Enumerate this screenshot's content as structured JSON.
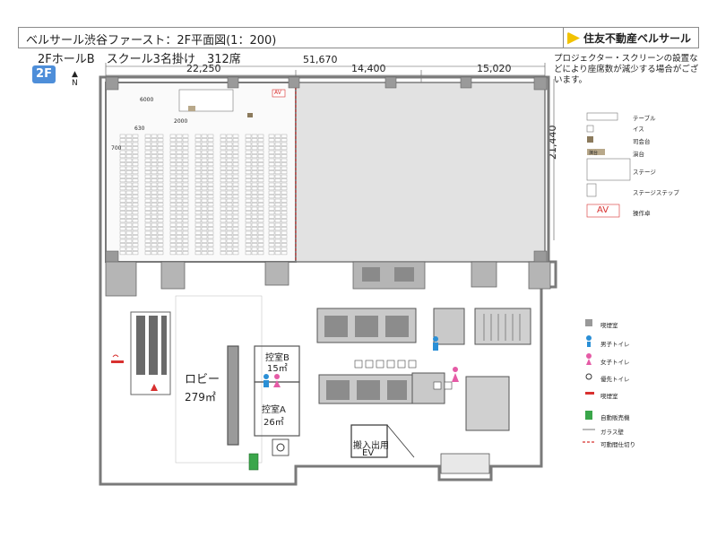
{
  "header": {
    "title": "ベルサール渋谷ファースト：2F平面図(1：200)",
    "brand": "住友不動産ベルサール"
  },
  "hall_label": "2FホールB　スクール3名掛け　312席",
  "floor_badge": "2F",
  "north": "N",
  "dimensions": {
    "total": "51,670",
    "left": "22,250",
    "middle": "14,400",
    "right": "15,020",
    "height": "21,440",
    "d6000": "6000",
    "d2000": "2000",
    "d630": "630",
    "d700": "700"
  },
  "note": "プロジェクター・スクリーンの設置などにより座席数が減少する場合がございます。",
  "legend": {
    "table": "テーブル",
    "chair": "イス",
    "lectern_speaker": "司会台",
    "lectern": "演台",
    "stage": "ステージ",
    "stage_step": "ステージステップ",
    "av": "AV",
    "console": "操作卓",
    "lectern_tag": "演台",
    "smoking_room": "喫煙室",
    "mens_toilet": "男子トイレ",
    "womens_toilet": "女子トイレ",
    "accessible_toilet": "優先トイレ",
    "smoking": "喫煙室",
    "vending": "自動販売機",
    "glass_wall": "ガラス壁",
    "partition": "可動間仕切り"
  },
  "rooms": {
    "lobby": "ロビー",
    "lobby_area": "279㎡",
    "green_room_b": "控室B",
    "green_room_b_area": "15㎡",
    "green_room_a": "控室A",
    "green_room_a_area": "26㎡",
    "freight": "搬入出用",
    "freight_ev": "EV",
    "av_tag": "AV"
  },
  "colors": {
    "wall": "#7a7a7a",
    "column": "#9a9a9a",
    "hall_shade": "#e2e2e2",
    "accent_blue": "#4e8ed9",
    "mens": "#2a8fd6",
    "womens": "#e55ba6",
    "red": "#d8302f",
    "green": "#3aa64a"
  }
}
